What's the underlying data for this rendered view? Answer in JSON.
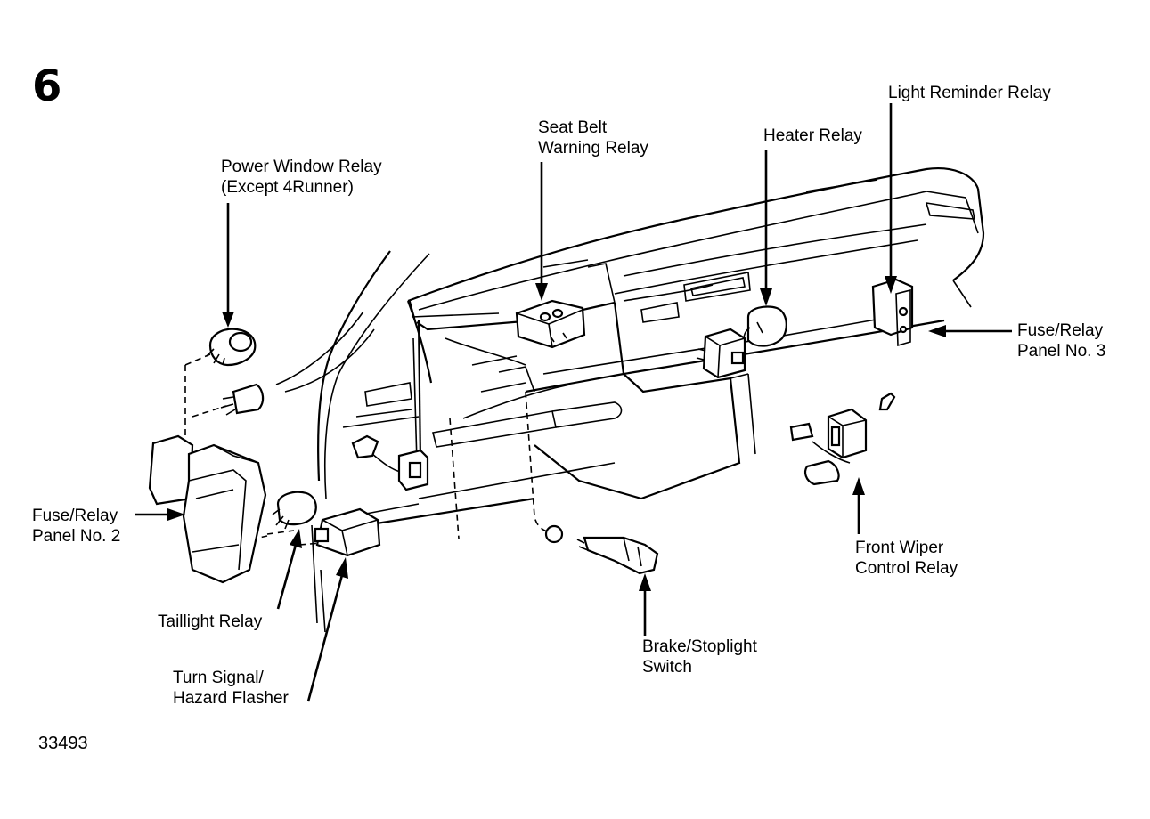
{
  "figure_number": "6",
  "figure_id": "33493",
  "labels": {
    "power_window_relay": [
      "Power Window Relay",
      "(Except 4Runner)"
    ],
    "seat_belt_warning_relay": [
      "Seat Belt",
      "Warning Relay"
    ],
    "heater_relay": [
      "Heater Relay"
    ],
    "light_reminder_relay": [
      "Light Reminder Relay"
    ],
    "fuse_relay_panel_3": [
      "Fuse/Relay",
      "Panel No. 3"
    ],
    "fuse_relay_panel_2": [
      "Fuse/Relay",
      "Panel No. 2"
    ],
    "front_wiper_control_relay": [
      "Front Wiper",
      "Control Relay"
    ],
    "taillight_relay": [
      "Taillight Relay"
    ],
    "brake_stoplight_switch": [
      "Brake/Stoplight",
      "Switch"
    ],
    "turn_signal_hazard_flasher": [
      "Turn Signal/",
      "Hazard Flasher"
    ]
  }
}
